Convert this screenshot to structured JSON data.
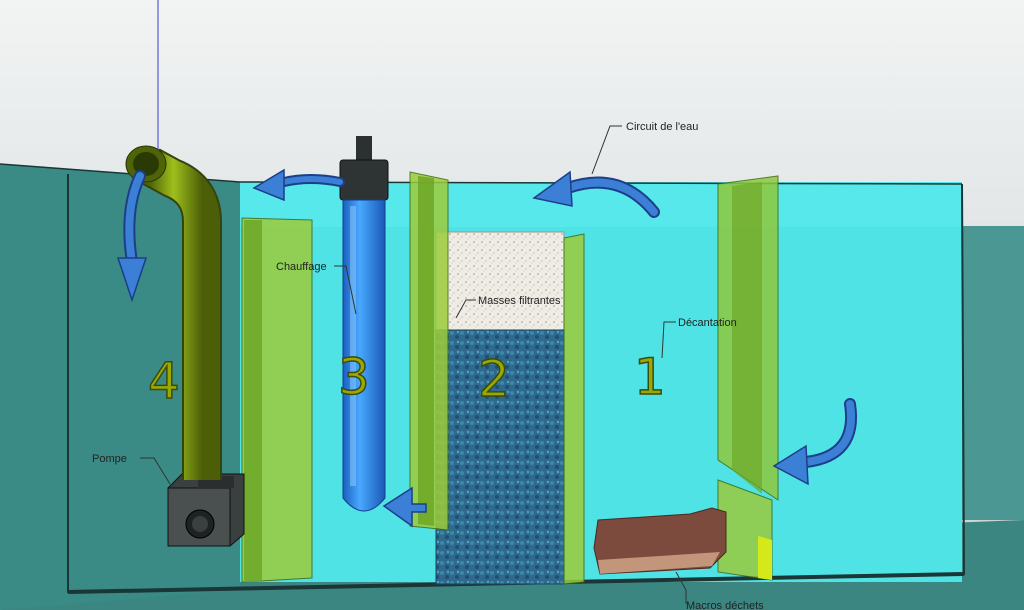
{
  "labels": {
    "circuit": "Circuit de l'eau",
    "chauffage": "Chauffage",
    "masses": "Masses filtrantes",
    "decantation": "Décantation",
    "pompe": "Pompe",
    "macros": "Macros déchets"
  },
  "compartments": [
    "4",
    "3",
    "2",
    "1"
  ],
  "colors": {
    "water": "#4fe3e6",
    "glass_panel": "#9ccc3a",
    "pipe": "#8aa417",
    "heater": "#2e8ff0",
    "arrow": "#2f6fc8",
    "media_top": "#f1efe9",
    "media_bottom": "#2f6e9a",
    "waste": "#7d4a3e"
  }
}
